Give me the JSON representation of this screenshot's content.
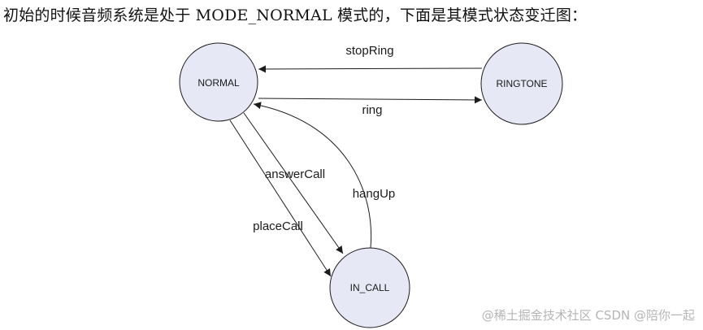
{
  "intro_text": "初始的时候音频系统是处于 MODE_NORMAL 模式的，下面是其模式状态变迁图：",
  "states": {
    "normal": "NORMAL",
    "ringtone": "RINGTONE",
    "in_call": "IN_CALL"
  },
  "transitions": {
    "stop_ring": "stopRing",
    "ring": "ring",
    "answer_call": "answerCall",
    "hang_up": "hangUp",
    "place_call": "placeCall"
  },
  "watermark": "@稀土掘金技术社区 CSDN @陪你一起",
  "colors": {
    "state_fill": "#e6e9f5",
    "stroke": "#1c1c1c"
  }
}
